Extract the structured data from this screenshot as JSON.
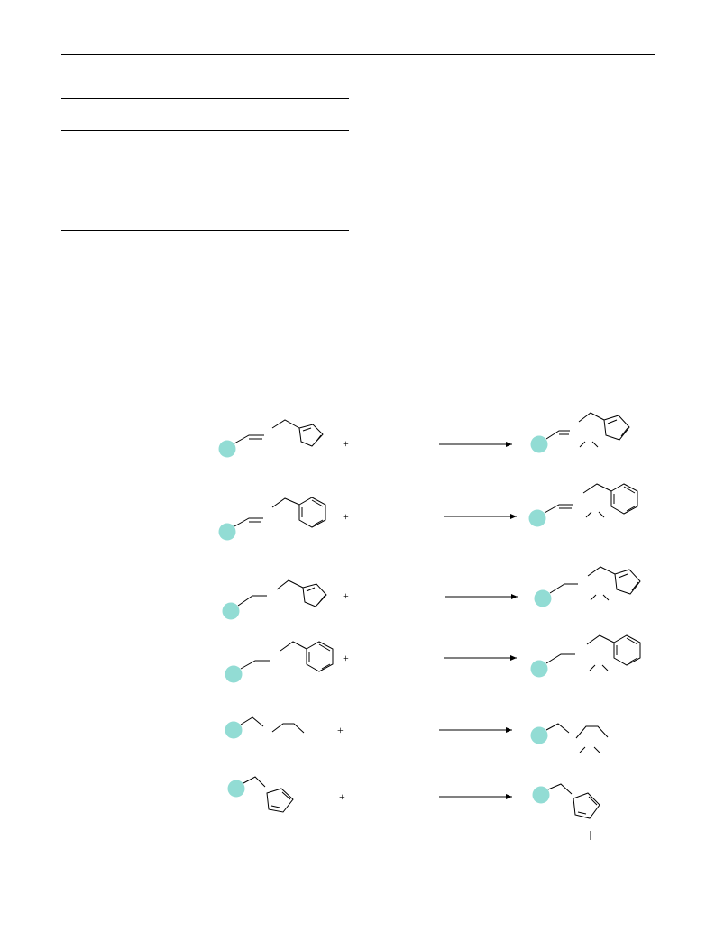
{
  "document": {
    "table": {
      "title": "",
      "headers": [],
      "rows": []
    }
  },
  "scheme": {
    "bead_color": "#92dcd4",
    "line_color": "#000000",
    "plus_sign": "+",
    "reactions": [
      {
        "id": 1,
        "reactant_icon": "resin-bead-vinyl-furfuryl",
        "product_icon": "resin-bead-vinyl-furfuryl-adduct"
      },
      {
        "id": 2,
        "reactant_icon": "resin-bead-vinyl-benzyl",
        "product_icon": "resin-bead-vinyl-benzyl-adduct"
      },
      {
        "id": 3,
        "reactant_icon": "resin-bead-ethyl-furfuryl",
        "product_icon": "resin-bead-ethyl-furfuryl-adduct"
      },
      {
        "id": 4,
        "reactant_icon": "resin-bead-ethyl-benzyl",
        "product_icon": "resin-bead-ethyl-benzyl-adduct"
      },
      {
        "id": 5,
        "reactant_icon": "resin-bead-butenyl-chain",
        "product_icon": "resin-bead-butenyl-adduct"
      },
      {
        "id": 6,
        "reactant_icon": "resin-bead-pyrrolyl",
        "product_icon": "resin-bead-pyrrolyl-adduct"
      }
    ]
  }
}
